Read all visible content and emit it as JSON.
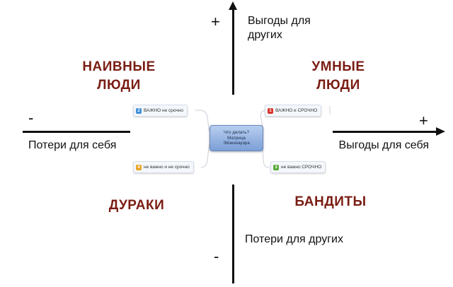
{
  "axes": {
    "top_sign": "+",
    "bottom_sign": "-",
    "left_sign": "-",
    "right_sign": "+",
    "top_label": "Выгоды для других",
    "bottom_label": "Потери для других",
    "left_label": "Потери для себя",
    "right_label": "Выгоды для себя"
  },
  "quadrants": {
    "top_left": "НАИВНЫЕ ЛЮДИ",
    "top_right": "УМНЫЕ ЛЮДИ",
    "bottom_left": "ДУРАКИ",
    "bottom_right": "БАНДИТЫ"
  },
  "mindmap": {
    "center": "Что делать? Матрица Эйзенхауэра",
    "nodes": {
      "top_left": {
        "badge": "2",
        "badge_color": "#3f8fd9",
        "label": "ВАЖНО не срочно"
      },
      "top_right": {
        "badge": "1",
        "badge_color": "#d9332b",
        "label": "ВАЖНО и СРОЧНО"
      },
      "bottom_left": {
        "badge": "4",
        "badge_color": "#e9a62a",
        "label": "не важно и не срочно"
      },
      "bottom_right": {
        "badge": "3",
        "badge_color": "#5aaa3a",
        "label": "не важно СРОЧНО"
      }
    }
  },
  "colors": {
    "quadrant_text": "#7a1d14",
    "axis": "#111111",
    "center_node": "#8fb0e0"
  }
}
